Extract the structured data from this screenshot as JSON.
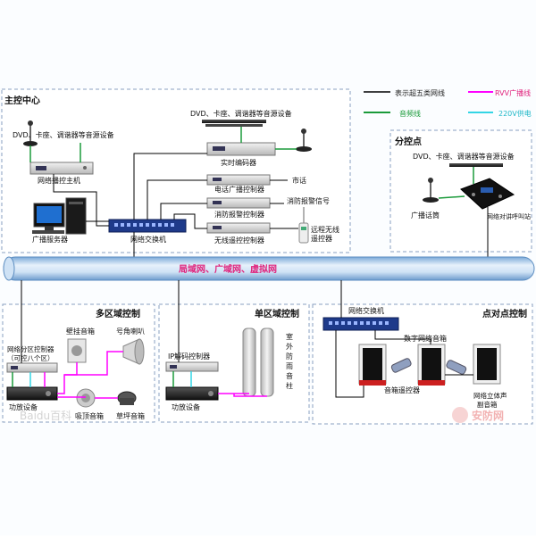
{
  "legend": {
    "cat5_line": "表示超五类网线",
    "rvv_line": "RVV广播线",
    "audio_line": "音频线",
    "power_220v": "220V供电"
  },
  "colors": {
    "cat5": "#000000",
    "rvv": "#ff00ff",
    "audio": "#1a9a3a",
    "power": "#33d5e5",
    "backbone_label": "#e0217b",
    "panel_border": "#8aa0c0"
  },
  "main_center": {
    "title": "主控中心",
    "source_devices": "DVD、卡座、调谐器等音源设备",
    "source_devices_2": "DVD、卡座、调谐器等音源设备",
    "network_host": "网络播控主机",
    "broadcast_server": "广播服务器",
    "network_switch": "网络交换机",
    "realtime_encoder": "实时编码器",
    "phone_controller": "电话广播控制器",
    "phone": "市话",
    "fire_controller": "消防报警控制器",
    "fire_signal": "消防报警信号",
    "wireless_controller": "无线遥控控制器",
    "remote_wireless": "远程无线遥控器"
  },
  "sub_control": {
    "title": "分控点",
    "source_devices": "DVD、卡座、调谐器等音源设备",
    "broadcast_mic": "广播话筒",
    "intercom": "网络对讲呼叫站"
  },
  "backbone": {
    "label": "局域网、广域网、虚拟网"
  },
  "multi_zone": {
    "title": "多区域控制",
    "zone_controller": "网络分区控制器",
    "zone_controller_note": "（可控八个区）",
    "amplifier": "功放设备",
    "wall_speaker": "壁挂音箱",
    "horn": "号角喇叭",
    "ceiling_speaker": "吸顶音箱",
    "floor_speaker": "草坪音箱"
  },
  "single_zone": {
    "title": "单区域控制",
    "ip_decoder": "IP解码控制器",
    "amplifier": "功放设备",
    "column_speaker": "室外防雨音柱"
  },
  "p2p": {
    "title": "点对点控制",
    "network_switch": "网络交换机",
    "digital_speaker": "数字网络音箱",
    "speaker_remote": "音箱遥控器",
    "stereo_sub": "网络立体声副音箱"
  },
  "watermarks": {
    "left": "Baidu百科",
    "right": "安防网"
  }
}
